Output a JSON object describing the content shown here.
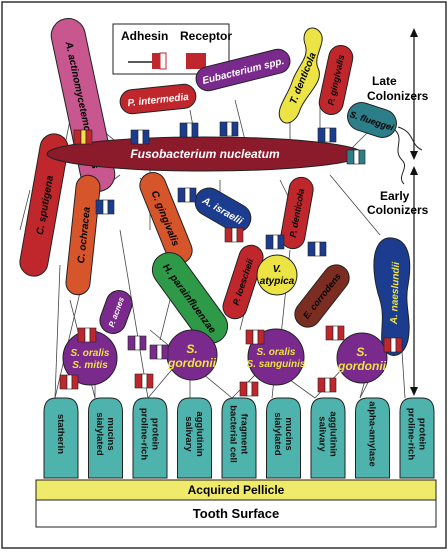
{
  "legend": {
    "adhesin": "Adhesin",
    "receptor": "Receptor"
  },
  "stages": {
    "late": [
      "Late",
      "Colonizers"
    ],
    "early": [
      "Early",
      "Colonizers"
    ]
  },
  "surfaces": {
    "pellicle": "Acquired Pellicle",
    "tooth": "Tooth Surface"
  },
  "pellicle_receptors": [
    [
      "statherin"
    ],
    [
      "sialylated",
      "mucins"
    ],
    [
      "proline-rich",
      "protein"
    ],
    [
      "salivary",
      "agglutinin"
    ],
    [
      "bacterial cell",
      "fragment"
    ],
    [
      "sialylated",
      "mucins"
    ],
    [
      "salivary",
      "agglutinin"
    ],
    [
      "alpha-amylase"
    ],
    [
      "proline-rich",
      "protein"
    ]
  ],
  "bacteria": {
    "actino": "A. actinomycetemcomitans",
    "sputigena": "C. sputigena",
    "intermedia": "P. intermedia",
    "eubacterium": "Eubacterium spp.",
    "denticola": "T. denticola",
    "gingivalis": "P. gingivalis",
    "flueggei": "S. flueggei",
    "fuso": "Fusobacterium nucleatum",
    "ochracea": "C. ochracea",
    "cgingivalis": "C. gingivalis",
    "israelii": "A. israelii",
    "pdenticola": "P. denticola",
    "naeslundii": "A. naeslundii",
    "acnes": "P. acnes",
    "parainfluenzae": "H. parainfluenzae",
    "loescheii": "P. loescheii",
    "atypica": [
      "V.",
      "atypica"
    ],
    "corrodens": "E. corrodens",
    "oralis_mitis": [
      "S. oralis",
      "S. mitis"
    ],
    "gordonii_1": [
      "S.",
      "gordonii"
    ],
    "oralis_sanguinis": [
      "S. oralis",
      "S. sanguinis"
    ],
    "gordonii_2": [
      "S.",
      "gordonii"
    ]
  },
  "colors": {
    "fuso": "#8b1a2b",
    "streptococcus": "#7a2a8c",
    "pellicle": "#f0ea6a",
    "receptor_protein": "#4fb3ad",
    "receptor_red": "#c0272d",
    "late_pink": "#d9568f",
    "green": "#2e9a48",
    "blue": "#1c3d8f",
    "yellow": "#ece344",
    "orange": "#d6552b",
    "teal": "#2c7f88",
    "brown": "#7a2d20"
  }
}
